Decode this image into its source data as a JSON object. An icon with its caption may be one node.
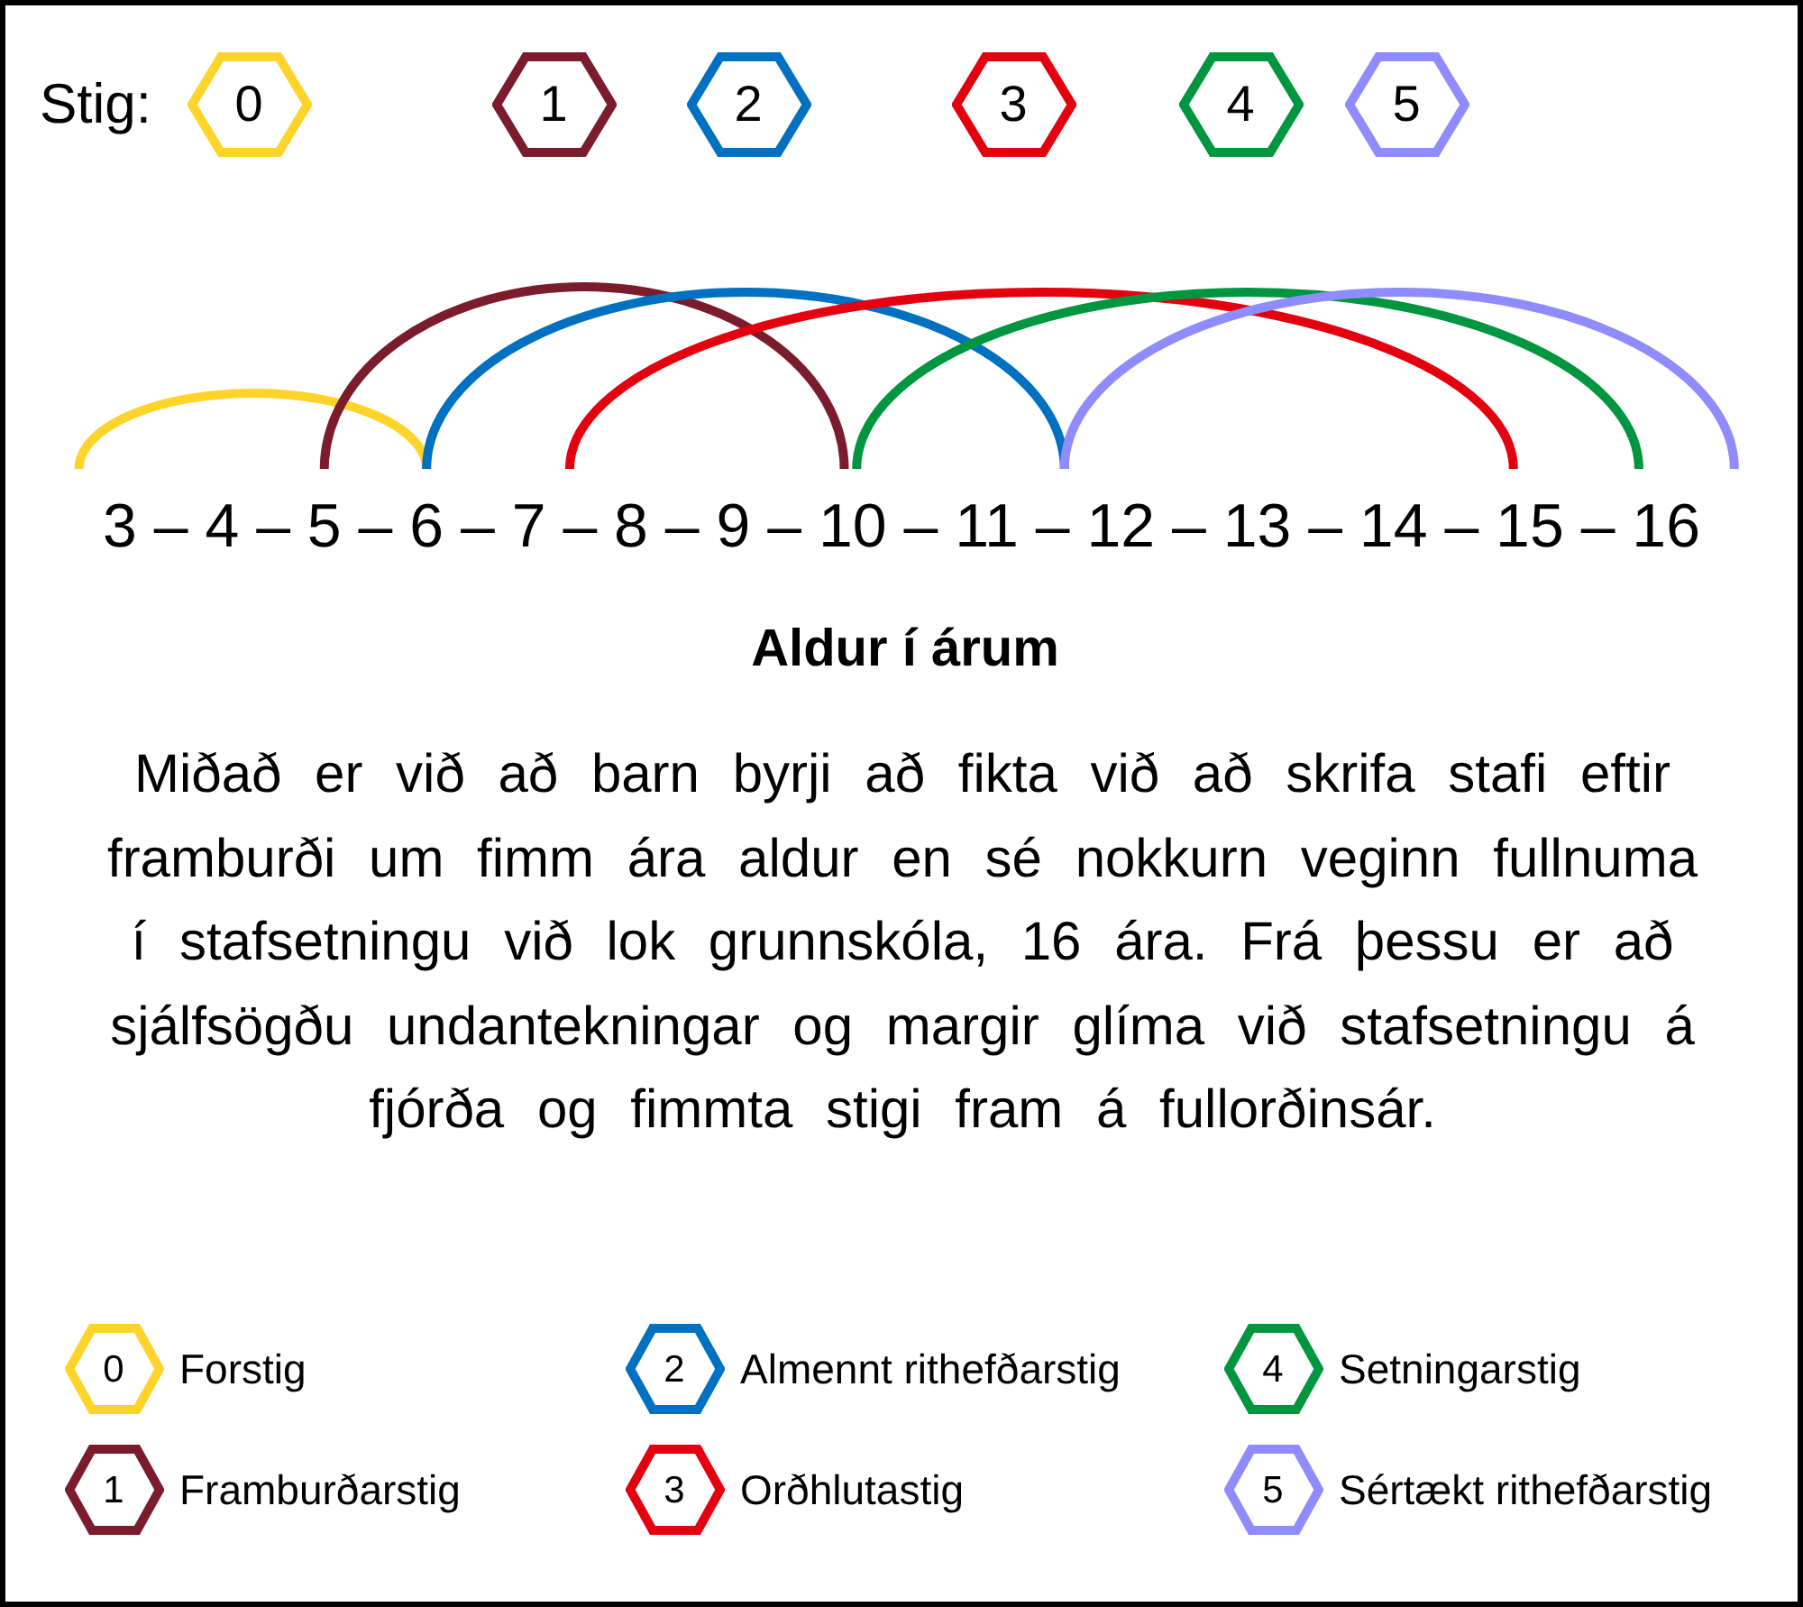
{
  "diagram": {
    "caption": "Miðað er við að barn byrji að fikta við að skrifa stafi eftir framburði um fimm ára aldur en sé nokkurn veginn fullnuma í stafsetningu við lok grunnskóla, 16 ára. Frá þessu er að sjálfsögðu undantekningar og margir glíma við stafsetningu á fjórða og fimmta stigi fram á fullorðinsár.",
    "nodes": [
      {
        "text": [
          "0"
        ]
      },
      {
        "text": [
          "1"
        ]
      },
      {
        "text": [
          "2"
        ]
      },
      {
        "text": [
          "3"
        ]
      },
      {
        "text": [
          "4"
        ]
      },
      {
        "text": [
          "5"
        ]
      },
      {
        "text": [
          "0"
        ],
        "beside": [
          "Forstig"
        ]
      },
      {
        "text": [
          "2"
        ],
        "beside": [
          "Almennt rithefðarstig"
        ]
      },
      {
        "text": [
          "4"
        ],
        "beside": [
          "Setningarstig"
        ]
      },
      {
        "text": [
          "1"
        ],
        "beside": [
          "Framburðarstig"
        ]
      },
      {
        "text": [
          "3"
        ],
        "beside": [
          "Orðhlutastig"
        ]
      },
      {
        "text": [
          "5"
        ],
        "beside": [
          "Sértækt rithefðarstig"
        ]
      }
    ],
    "labels": [
      "Stig:",
      "3 – 4 – 5 – 6 – 7 – 8 – 9 – 10 – 11 – 12 – 13 – 14 – 15 – 16",
      "Aldur í árum"
    ]
  }
}
